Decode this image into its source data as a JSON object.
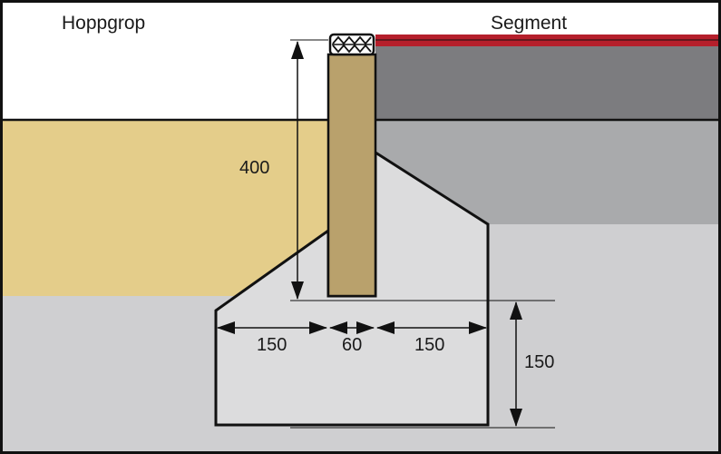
{
  "labels": {
    "left_area": "Hoppgrop",
    "right_area": "Segment"
  },
  "dimensions": {
    "wall_height": "400",
    "foot_left": "150",
    "wall_thickness": "60",
    "foot_right": "150",
    "foot_height": "150"
  },
  "colors": {
    "sand": "#e4cd8a",
    "wall": "#b9a16c",
    "concrete": "#dcdcdd",
    "base_grey": "#cfcfd1",
    "mid_grey": "#a9aaac",
    "asphalt": "#7c7c7f",
    "rubber_red": "#b51f2b",
    "outline": "#111111"
  }
}
